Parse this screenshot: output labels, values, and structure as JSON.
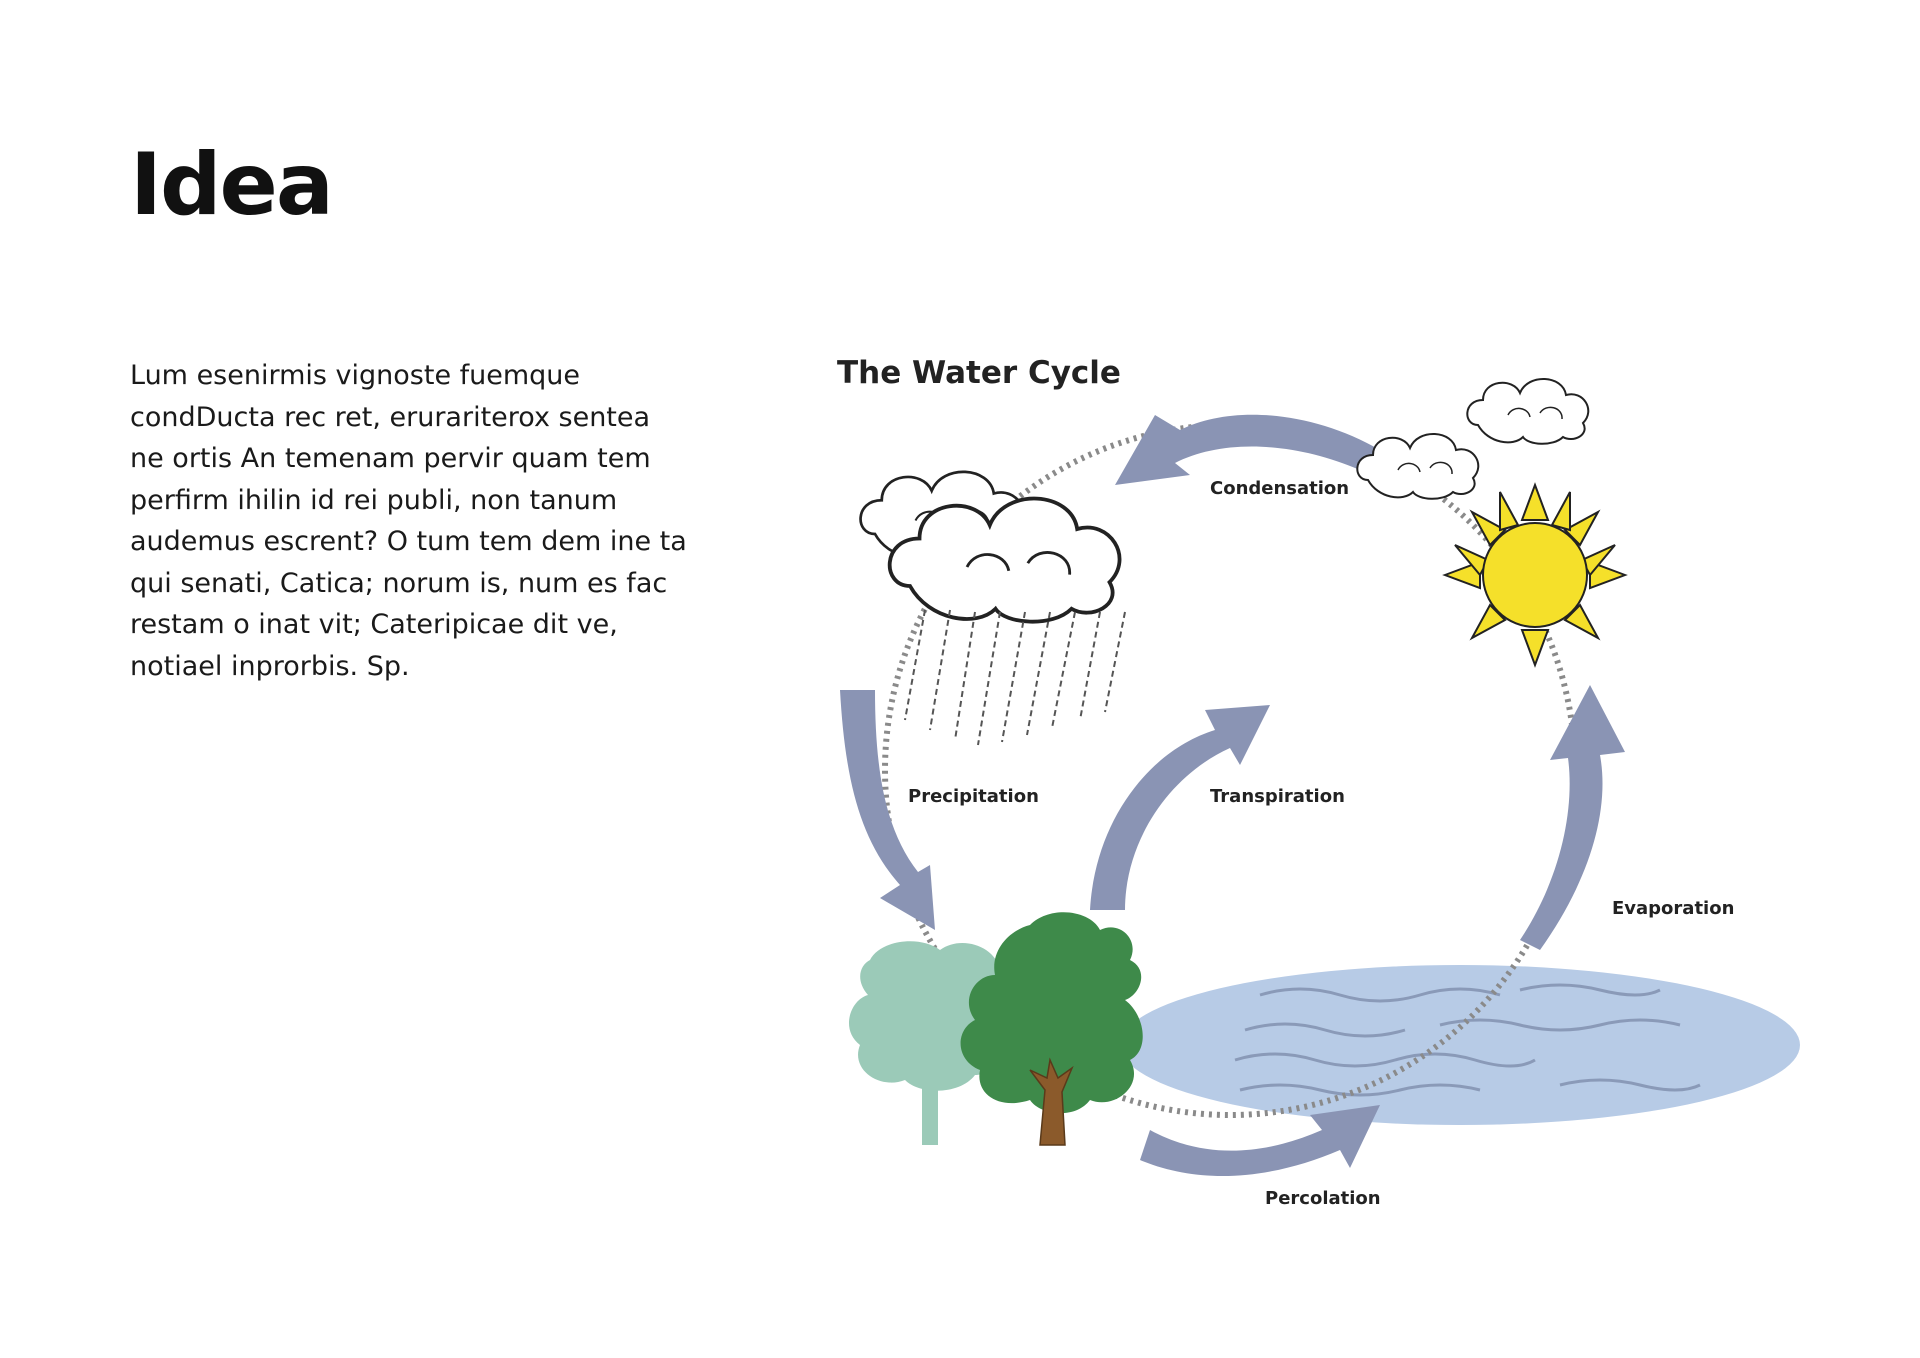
{
  "page": {
    "title": "Idea",
    "body": "Lum esenirmis vignoste fuemque condDucta rec ret, erurariterox sentea ne ortis An temenam pervir quam tem perfirm ihilin id rei publi, non tanum audemus escrent? O tum tem dem ine ta qui senati, Catica; norum is, num es fac restam o inat vit; Cateripicae dit ve, notiael inprorbis. Sp."
  },
  "diagram": {
    "title": "The Water Cycle",
    "labels": {
      "condensation": "Condensation",
      "precipitation": "Precipitation",
      "transpiration": "Transpiration",
      "evaporation": "Evaporation",
      "percolation": "Percolation"
    },
    "colors": {
      "arrow": "#8a94b4",
      "sun": "#f5e02a",
      "water": "#b7cbe6",
      "tree_dark": "#3e8a4a",
      "tree_light": "#9bcab8",
      "trunk": "#8b5a2b"
    }
  }
}
